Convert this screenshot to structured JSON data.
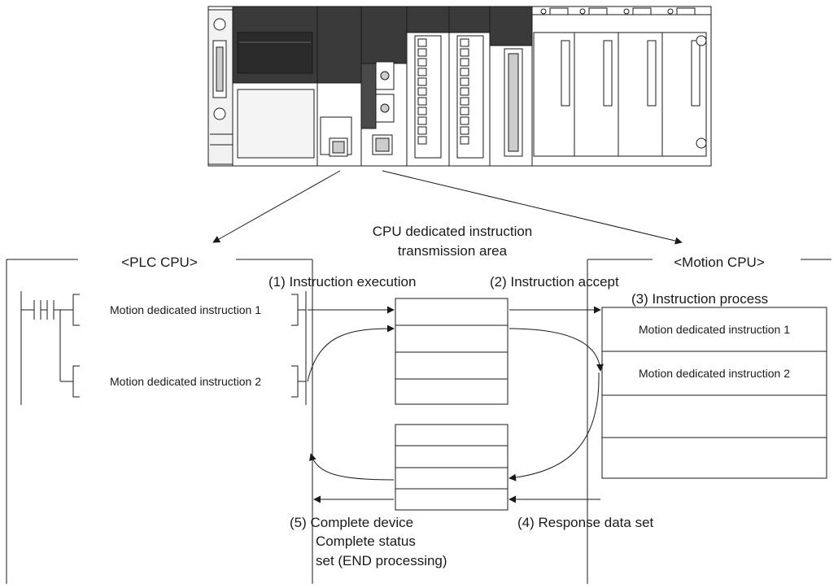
{
  "header": {
    "area_title_line1": "CPU dedicated instruction",
    "area_title_line2": "transmission area"
  },
  "plc": {
    "title": "<PLC CPU>",
    "step1": "(1) Instruction execution",
    "instruction1": "Motion dedicated instruction 1",
    "instruction2": "Motion dedicated instruction 2",
    "step5_line1": "(5) Complete device",
    "step5_line2": "Complete status",
    "step5_line3": "set (END processing)"
  },
  "motion": {
    "title": "<Motion CPU>",
    "step2": "(2) Instruction accept",
    "step3": "(3) Instruction process",
    "step4": "(4) Response data set",
    "process_rows": [
      "Motion dedicated instruction 1",
      "Motion dedicated instruction 2",
      "",
      ""
    ]
  }
}
